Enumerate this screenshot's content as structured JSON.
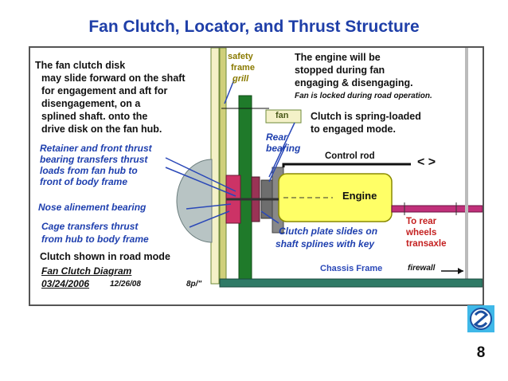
{
  "slide": {
    "title": "Fan Clutch, Locator,  and Thrust Structure",
    "page_number": "8"
  },
  "diagram": {
    "labels": {
      "disk_note_1": "The fan clutch disk",
      "disk_note_2": "may slide forward  on the shaft",
      "disk_note_3": "for engagement and aft for",
      "disk_note_4": "disengagement, on a",
      "disk_note_5": "splined shaft.  onto the",
      "disk_note_6": "drive disk on the fan hub.",
      "safety_1": "safety",
      "safety_2": "frame",
      "safety_3": "grill",
      "engine_note_1": "The engine will be",
      "engine_note_2": "stopped during fan",
      "engine_note_3": "engaging & disengaging.",
      "fan_locked": "Fan is locked during road operation.",
      "fan": "fan",
      "clutch_spring_1": "Clutch is spring-loaded",
      "clutch_spring_2": "to engaged mode.",
      "rear_bearing_1": "Rear",
      "rear_bearing_2": "bearing",
      "retainer_1": "Retainer and front  thrust",
      "retainer_2": "bearing transfers thrust",
      "retainer_3": "loads from fan hub to",
      "retainer_4": "front of body frame",
      "control_rod": "Control  rod",
      "arrows": "< >",
      "engine": "Engine",
      "nose_bearing": "Nose alinement bearing",
      "rear_wheels_1": "To rear",
      "rear_wheels_2": "wheels",
      "rear_wheels_3": "transaxle",
      "cage_1": "Cage transfers thrust",
      "cage_2": "from hub to body frame",
      "clutch_plate_1": "Clutch plate  slides on",
      "clutch_plate_2": "shaft splines with key",
      "road_mode": "Clutch shown in road mode",
      "diagram_title": "Fan Clutch Diagram",
      "date_1": "03/24/2006",
      "date_2": "12/26/08",
      "chassis_frame": "Chassis Frame",
      "firewall": "firewall",
      "code": "8p/\""
    }
  },
  "icon": {
    "name": "round-logo-icon"
  },
  "colors": {
    "title": "#1f3fa8",
    "blue_text": "#1e3fae",
    "red_text": "#c42020",
    "frame_green": "#1f7a2a",
    "engine_yellow": "#ffff66",
    "shaft_magenta": "#c0307a",
    "chassis_teal": "#2f7a66"
  }
}
